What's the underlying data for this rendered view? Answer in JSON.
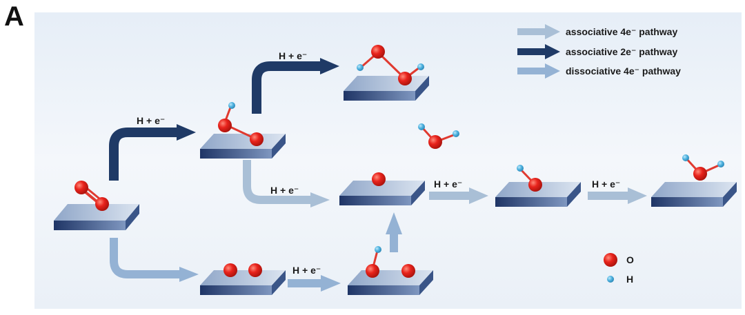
{
  "panel_label": "A",
  "colors": {
    "assoc4": "#a9bfd6",
    "assoc2": "#1f3a66",
    "dissoc4": "#94b2d4",
    "oxygen": "#e8231c",
    "hydrogen": "#4fb3e0",
    "slab_top": "#b5c5dc",
    "slab_front": "#263f72",
    "bond": "#e03a30",
    "text": "#1a1a1a",
    "background": "#eef3f9"
  },
  "legend": {
    "pathways": [
      {
        "label": "associative 4e⁻ pathway",
        "color": "#a9bfd6"
      },
      {
        "label": "associative 2e⁻ pathway",
        "color": "#1f3a66"
      },
      {
        "label": "dissociative 4e⁻ pathway",
        "color": "#94b2d4"
      }
    ],
    "atoms": [
      {
        "symbol": "O",
        "color": "#e8231c"
      },
      {
        "symbol": "H",
        "color": "#4fb3e0"
      }
    ]
  },
  "step_labels": [
    "H + e⁻",
    "H + e⁻",
    "H + e⁻",
    "H + e⁻",
    "H + e⁻",
    "H + e⁻"
  ]
}
